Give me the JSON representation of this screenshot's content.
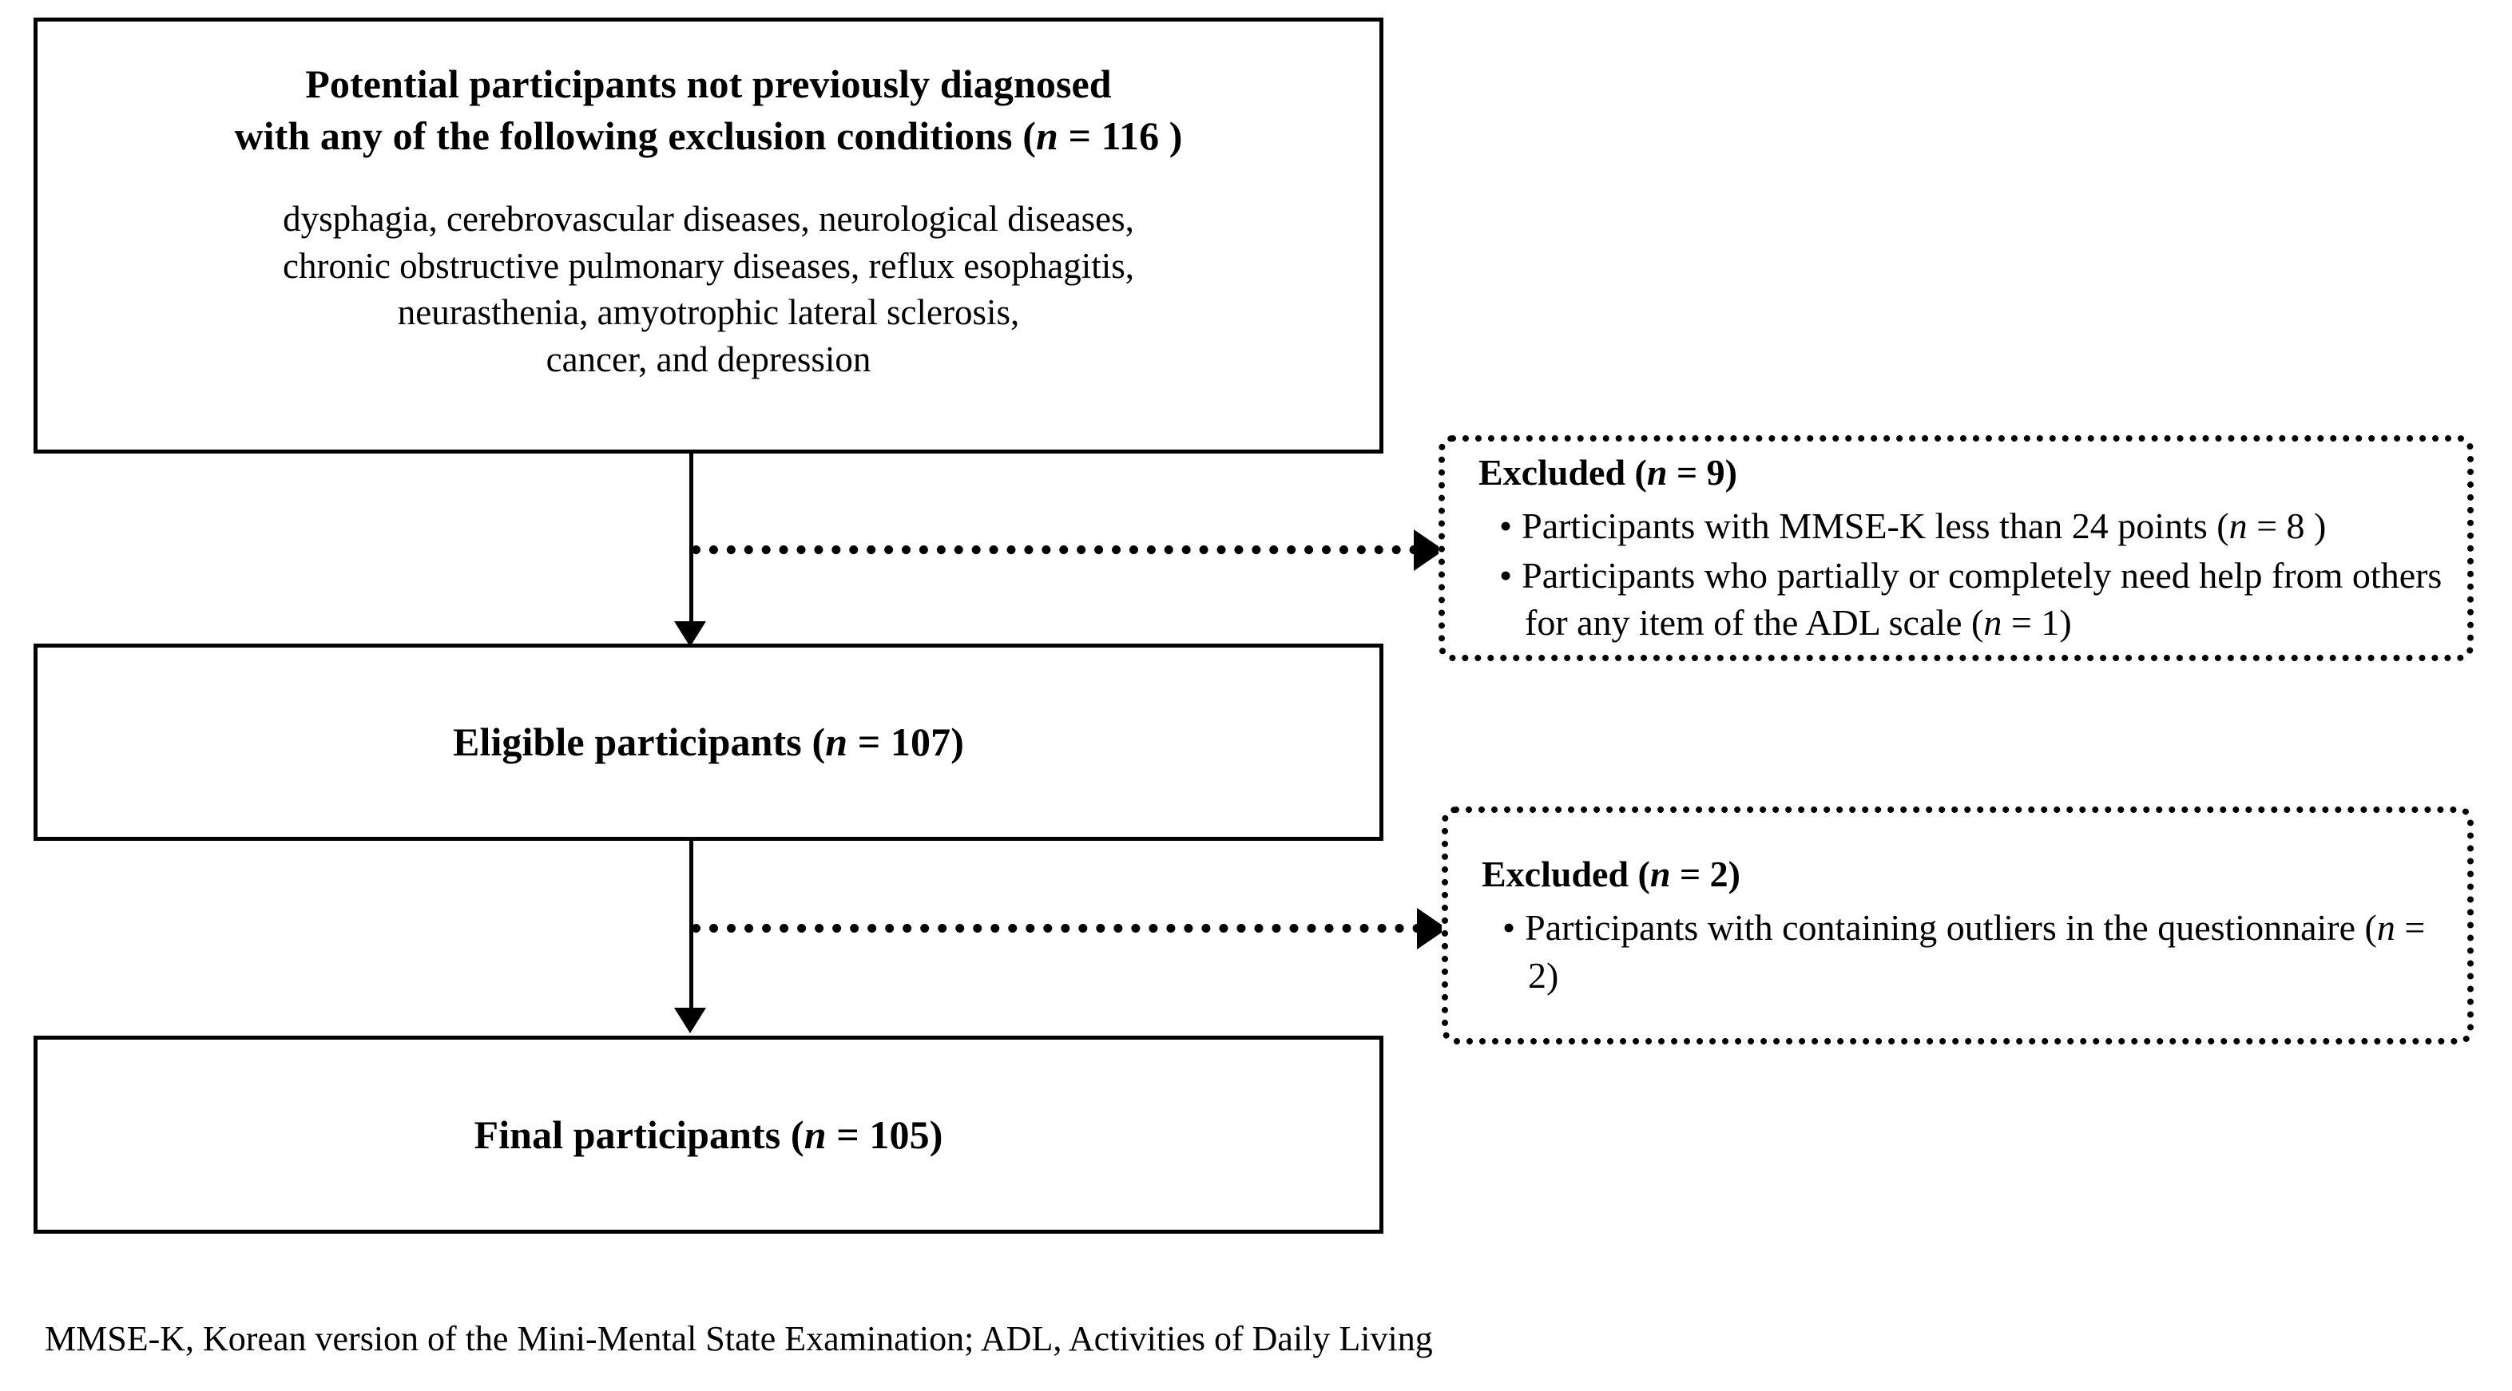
{
  "diagram": {
    "type": "participant-flow-chart",
    "boxes": {
      "potential": {
        "title_line_1": "Potential participants not previously diagnosed",
        "title_line_2_prefix": "with any of the following exclusion conditions (",
        "title_n_symbol": "n",
        "title_line_2_suffix": " = 116 )",
        "body_line_1": "dysphagia, cerebrovascular diseases, neurological diseases,",
        "body_line_2": "chronic obstructive pulmonary diseases, reflux esophagitis,",
        "body_line_3": "neurasthenia, amyotrophic lateral sclerosis,",
        "body_line_4": "cancer, and depression",
        "count": 116
      },
      "eligible": {
        "label_prefix": "Eligible participants (",
        "n_symbol": "n",
        "label_suffix": " = 107)",
        "count": 107
      },
      "final": {
        "label_prefix": "Final participants (",
        "n_symbol": "n",
        "label_suffix": " = 105)",
        "count": 105
      }
    },
    "excluded": [
      {
        "heading_prefix": "Excluded (",
        "n_symbol": "n",
        "heading_suffix": " = 9)",
        "count": 9,
        "bullet_glyph": "•",
        "items": [
          {
            "text_prefix": "Participants with MMSE-K less than 24 points (",
            "n_symbol": "n",
            "text_suffix": " = 8 )",
            "count": 8
          },
          {
            "text_prefix": "Participants who partially or completely need help from others for any item of the ADL scale (",
            "n_symbol": "n",
            "text_suffix": " = 1)",
            "count": 1
          }
        ]
      },
      {
        "heading_prefix": "Excluded (",
        "n_symbol": "n",
        "heading_suffix": " = 2)",
        "count": 2,
        "bullet_glyph": "•",
        "items": [
          {
            "text_prefix": "Participants with containing outliers in the questionnaire (",
            "n_symbol": "n",
            "text_suffix": " = 2)",
            "count": 2
          }
        ]
      }
    ],
    "footnote": "MMSE-K, Korean version of the Mini-Mental State Examination; ADL, Activities of Daily Living",
    "colors": {
      "line": "#000000",
      "background": "#ffffff",
      "text": "#000000"
    }
  }
}
